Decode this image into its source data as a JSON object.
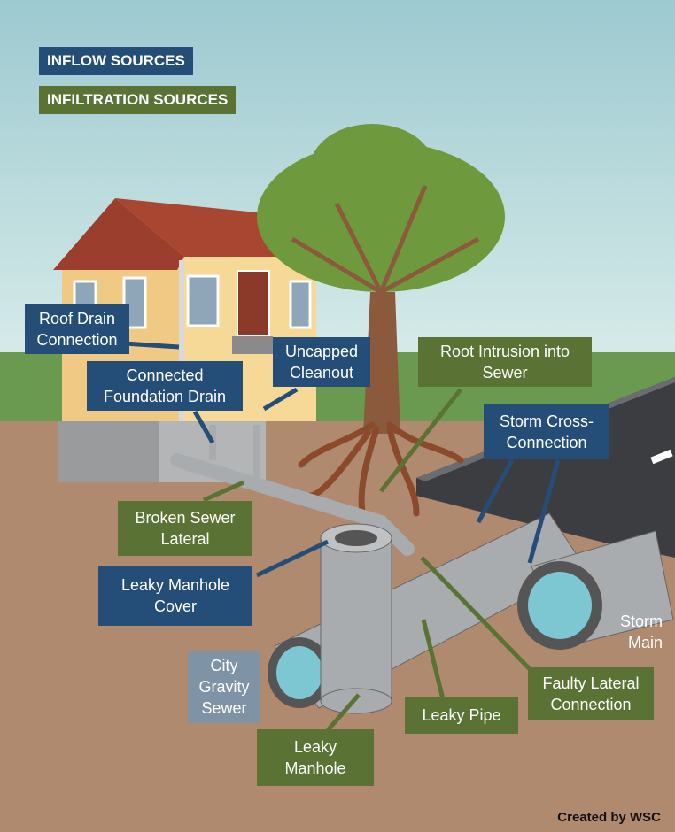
{
  "legend": {
    "inflow": "INFLOW SOURCES",
    "infiltration": "INFILTRATION SOURCES"
  },
  "labels": {
    "roof_drain": "Roof Drain\nConnection",
    "foundation_drain": "Connected\nFoundation Drain",
    "uncapped_cleanout": "Uncapped\nCleanout",
    "root_intrusion": "Root Intrusion into\nSewer",
    "storm_cross": "Storm Cross-\nConnection",
    "broken_lateral": "Broken Sewer\nLateral",
    "leaky_manhole_cover": "Leaky Manhole\nCover",
    "city_sewer": "City\nGravity\nSewer",
    "leaky_manhole": "Leaky\nManhole",
    "leaky_pipe": "Leaky Pipe",
    "faulty_lateral": "Faulty Lateral\nConnection",
    "storm_main": "Storm\nMain"
  },
  "credit": "Created by WSC",
  "colors": {
    "inflow": "#244e78",
    "infiltration": "#5a7334",
    "sky": "#a7cfd4",
    "grass": "#6a9a50",
    "soil": "#b08a6e",
    "pipe": "#a9acaf",
    "water": "#7cc7d1"
  }
}
